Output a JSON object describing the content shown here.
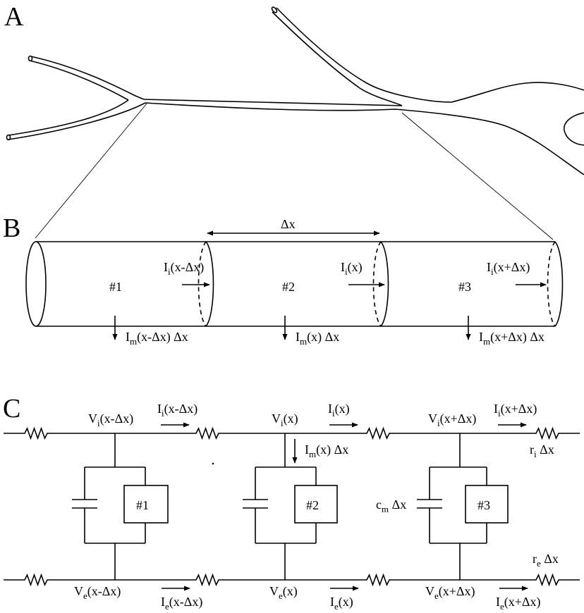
{
  "panels": {
    "a": "A",
    "b": "B",
    "c": "C"
  },
  "cylinder": {
    "delta": "Δx",
    "segments": [
      {
        "num": "#1",
        "ii": {
          "m": "I",
          "s": "i",
          "t": "(x-Δx)"
        },
        "im": {
          "m": "I",
          "s": "m",
          "t": "(x-Δx) Δx"
        }
      },
      {
        "num": "#2",
        "ii": {
          "m": "I",
          "s": "i",
          "t": "(x)"
        },
        "im": {
          "m": "I",
          "s": "m",
          "t": "(x) Δx"
        }
      },
      {
        "num": "#3",
        "ii": {
          "m": "I",
          "s": "i",
          "t": "(x+Δx)"
        },
        "im": {
          "m": "I",
          "s": "m",
          "t": "(x+Δx) Δx"
        }
      }
    ]
  },
  "circuit": {
    "nodes": [
      {
        "num": "#1",
        "vi": {
          "m": "V",
          "s": "i",
          "t": "(x-Δx)"
        },
        "ve": {
          "m": "V",
          "s": "e",
          "t": "(x-Δx)"
        },
        "ii": {
          "m": "I",
          "s": "i",
          "t": "(x-Δx)"
        },
        "ie": {
          "m": "I",
          "s": "e",
          "t": "(x-Δx)"
        }
      },
      {
        "num": "#2",
        "vi": {
          "m": "V",
          "s": "i",
          "t": "(x)"
        },
        "ve": {
          "m": "V",
          "s": "e",
          "t": "(x)"
        },
        "ii": {
          "m": "I",
          "s": "i",
          "t": "(x)"
        },
        "ie": {
          "m": "I",
          "s": "e",
          "t": "(x)"
        }
      },
      {
        "num": "#3",
        "vi": {
          "m": "V",
          "s": "i",
          "t": "(x+Δx)"
        },
        "ve": {
          "m": "V",
          "s": "e",
          "t": "(x+Δx)"
        },
        "ii": {
          "m": "I",
          "s": "i",
          "t": "(x+Δx)"
        },
        "ie": {
          "m": "I",
          "s": "e",
          "t": "(x+Δx)"
        }
      }
    ],
    "im": {
      "m": "I",
      "s": "m",
      "t": "(x) Δx"
    },
    "cm": {
      "m": "c",
      "s": "m",
      "t": " Δx"
    },
    "ri": {
      "m": "r",
      "s": "i",
      "t": " Δx"
    },
    "re": {
      "m": "r",
      "s": "e",
      "t": " Δx"
    }
  }
}
